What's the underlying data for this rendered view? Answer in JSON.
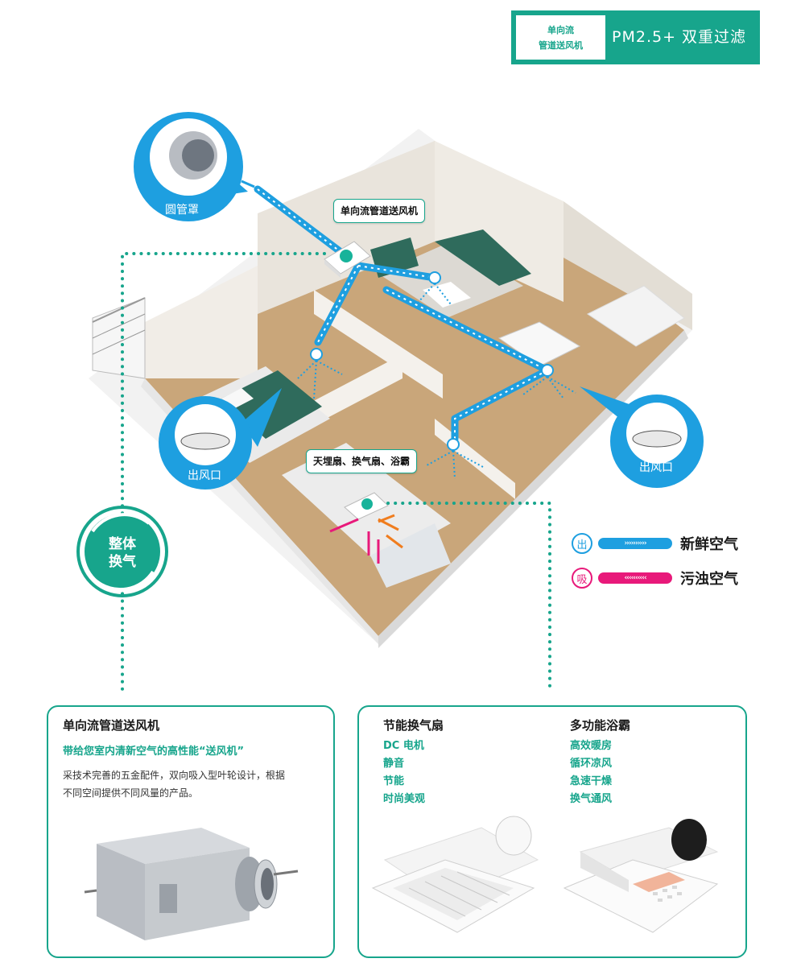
{
  "header": {
    "badge_line1": "单向流",
    "badge_line2": "管道送风机",
    "badge_title": "PM2.5+ 双重过滤"
  },
  "diagram": {
    "duct_cover_label": "圆管罩",
    "fan_label": "单向流管道送风机",
    "bath_label": "天埋扇、换气扇、浴霸",
    "outlet_left_label": "出风口",
    "outlet_right_label": "出风口",
    "cycle_line1": "整体",
    "cycle_line2": "换气"
  },
  "legend": {
    "out_icon": "出",
    "out_arrows": "››››››››››",
    "out_label": "新鲜空气",
    "in_icon": "吸",
    "in_arrows": "‹‹‹‹‹‹‹‹‹‹",
    "in_label": "污浊空气"
  },
  "panel_left": {
    "title": "单向流管道送风机",
    "subtitle": "带给您室内清新空气的高性能“送风机”",
    "body_line1": "采技术完善的五金配件，双向吸入型叶轮设计，根据",
    "body_line2": "不同空间提供不同风量的产品。"
  },
  "panel_right": {
    "col1_title": "节能换气扇",
    "col1_items": [
      "DC 电机",
      "静音",
      "节能",
      "时尚美观"
    ],
    "col2_title": "多功能浴霸",
    "col2_items": [
      "高效暖房",
      "循环凉风",
      "急速干燥",
      "换气通风"
    ]
  },
  "colors": {
    "accent": "#17a58c",
    "fresh_air": "#1e9fe0",
    "dirty_air": "#e8197a",
    "exhaust": "#f07d1e"
  }
}
